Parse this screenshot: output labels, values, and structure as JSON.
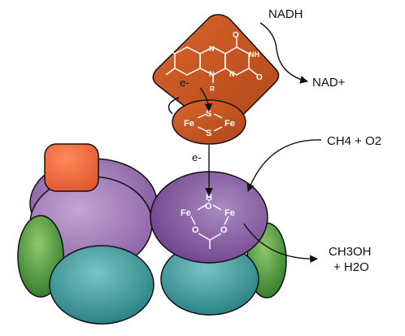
{
  "labels": {
    "nadh": "NADH",
    "nad_plus": "NAD+",
    "methane_o2": "CH4 + O2",
    "methanol": "CH3OH",
    "water": "+ H2O",
    "electron_top": "e-",
    "electron_mid": "e-"
  },
  "flavin": {
    "o_top": "O",
    "o_bottom": "O",
    "nh": "NH",
    "n_ring_1": "N",
    "n_ring_2": "N",
    "n_ring_3": "N",
    "r_group": "R"
  },
  "fe_s_cluster": {
    "s_top": "S",
    "s_bottom": "S",
    "fe_left": "Fe",
    "fe_right": "Fe"
  },
  "diiron_center": {
    "h": "H",
    "o_bridge": "O",
    "fe_left": "Fe",
    "fe_right": "Fe",
    "o_left": "O",
    "o_right": "O"
  },
  "colors": {
    "flavin_domain": "#c4531f",
    "fes_domain": "#c9571f",
    "reductase_small": "#ef6f42",
    "purple_light": "#ab88bd",
    "purple_dark": "#7b4d99",
    "purple_active": "#8a5da8",
    "teal": "#3a9a9c",
    "green": "#4f9a3a"
  }
}
